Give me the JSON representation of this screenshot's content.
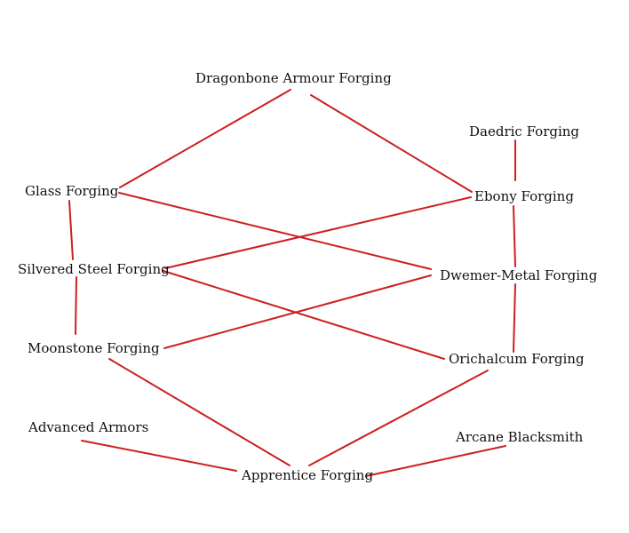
{
  "diagram": {
    "line_color": "#cc1f1f",
    "nodes": {
      "dragonbone": "Dragonbone Armour Forging",
      "daedric": "Daedric Forging",
      "glass": "Glass Forging",
      "ebony": "Ebony Forging",
      "silvered": "Silvered Steel Forging",
      "dwemer": "Dwemer-Metal Forging",
      "moonstone": "Moonstone Forging",
      "orichalcum": "Orichalcum Forging",
      "advanced": "Advanced Armors",
      "arcane": "Arcane Blacksmith",
      "apprentice": "Apprentice Forging"
    },
    "edges": [
      [
        "dragonbone",
        "glass"
      ],
      [
        "dragonbone",
        "ebony"
      ],
      [
        "daedric",
        "ebony"
      ],
      [
        "glass",
        "silvered"
      ],
      [
        "glass",
        "dwemer"
      ],
      [
        "ebony",
        "silvered"
      ],
      [
        "ebony",
        "dwemer"
      ],
      [
        "silvered",
        "moonstone"
      ],
      [
        "silvered",
        "orichalcum"
      ],
      [
        "dwemer",
        "moonstone"
      ],
      [
        "dwemer",
        "orichalcum"
      ],
      [
        "moonstone",
        "apprentice"
      ],
      [
        "orichalcum",
        "apprentice"
      ],
      [
        "advanced",
        "apprentice"
      ],
      [
        "arcane",
        "apprentice"
      ]
    ]
  }
}
